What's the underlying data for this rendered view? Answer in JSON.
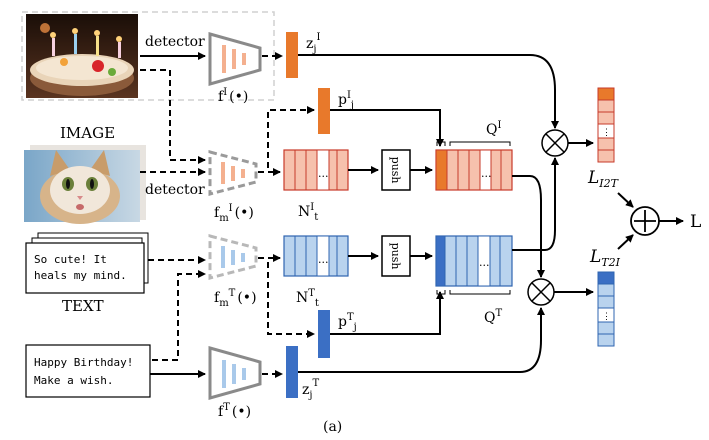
{
  "labels": {
    "detector_top": "detector",
    "detector_mid": "detector",
    "image": "IMAGE",
    "text_heading": "TEXT",
    "f_image_enc": "f",
    "f_image_sup": "I",
    "f_image_arg": "(•)",
    "fm_image_enc": "f",
    "fm_image_sub": "m",
    "fm_image_sup": "I",
    "fm_image_arg": "(•)",
    "fm_text_enc": "f",
    "fm_text_sub": "m",
    "fm_text_sup": "T",
    "fm_text_arg": "(•)",
    "f_text_enc": "f",
    "f_text_sup": "T",
    "f_text_arg": "(•)",
    "z_image": "z",
    "z_image_sub": "j",
    "z_image_sup": "I",
    "p_image": "p",
    "p_image_sup": "I",
    "p_image_sub": "j",
    "p_text": "p",
    "p_text_sup": "T",
    "p_text_sub": "j",
    "z_text": "z",
    "z_text_sub": "j",
    "z_text_sup": "T",
    "n_image": "N",
    "n_image_sup": "I",
    "n_image_sub": "t",
    "n_text": "N",
    "n_text_sup": "T",
    "n_text_sub": "t",
    "q_image": "Q",
    "q_image_sup": "I",
    "q_text": "Q",
    "q_text_sup": "T",
    "push_top": "push",
    "push_bottom": "push",
    "loss_i2t": "L",
    "loss_i2t_sub": "I2T",
    "loss_t2i": "L",
    "loss_t2i_sub": "T2I",
    "loss_total": "L",
    "caption": "(a)",
    "ellipsis": "...",
    "vdots": "⋮",
    "otimes": "⊗",
    "oplus": "⊕"
  },
  "text_cards": {
    "card1_line1": "So cute! It",
    "card1_line2": "heals my mind.",
    "card2_line1": "Happy Birthday!",
    "card2_line2": "Make a wish."
  },
  "colors": {
    "image_dark": "#e8792b",
    "image_light": "#f6c1ad",
    "image_stroke": "#c73a2a",
    "text_dark": "#3b6fc4",
    "text_light": "#b9d3ee",
    "text_stroke": "#2f64b0",
    "encoder_stroke": "#8a8a8a",
    "image_encoder_bars": "#f4b08f",
    "text_encoder_bars": "#a9c9ea"
  }
}
